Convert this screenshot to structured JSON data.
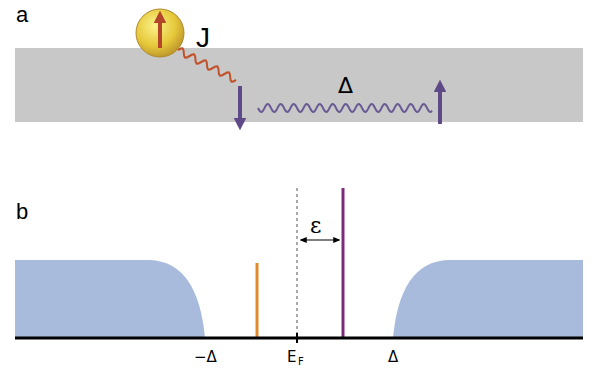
{
  "diagram": {
    "labels": [
      "a",
      "J",
      "Δ",
      "b",
      "ε",
      "−Δ",
      "E",
      "F",
      "Δ"
    ]
  }
}
